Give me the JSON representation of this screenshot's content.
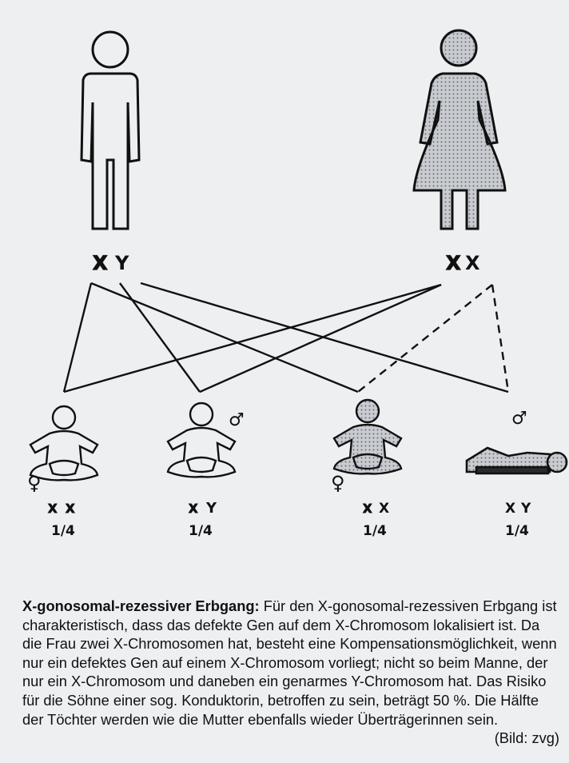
{
  "parents": {
    "father": {
      "genotype": [
        "X",
        "Y"
      ],
      "x_style": [
        "outline",
        "solid"
      ]
    },
    "mother": {
      "genotype": [
        "X",
        "X"
      ],
      "x_style": [
        "outline",
        "solid"
      ]
    }
  },
  "children": [
    {
      "genotype": [
        "X",
        "X"
      ],
      "x_style": [
        "outline",
        "outline"
      ],
      "probability": "1/4",
      "sex_symbol": "♀"
    },
    {
      "genotype": [
        "X",
        "Y"
      ],
      "x_style": [
        "outline",
        "solid"
      ],
      "probability": "1/4",
      "sex_symbol": "♂"
    },
    {
      "genotype": [
        "X",
        "X"
      ],
      "x_style": [
        "outline",
        "solid"
      ],
      "probability": "1/4",
      "sex_symbol": "♀"
    },
    {
      "genotype": [
        "X",
        "Y"
      ],
      "x_style": [
        "solid",
        "solid"
      ],
      "probability": "1/4",
      "sex_symbol": "♂"
    }
  ],
  "caption": {
    "title": "X-gonosomal-rezessiver Erbgang:",
    "text": " Für den X-gonosomal-rezessiven Erbgang ist charakteristisch, dass das defekte Gen auf dem X-Chromosom lokalisiert ist. Da die Frau zwei X-Chromosomen hat, besteht eine Kompensationsmöglichkeit, wenn nur ein defektes Gen auf einem X-Chromosom vorliegt; nicht so beim Manne, der nur ein X-Chromosom und daneben ein genarmes Y-Chromosom hat. Das Risiko für die Söhne einer sog. Konduktorin, betroffen zu sein, beträgt 50 %. Die Hälfte der Töchter werden wie die Mutter ebenfalls wieder Überträgerinnen sein.",
    "credit": "(Bild: zvg)"
  },
  "colors": {
    "paper": "#eeeff0",
    "ink": "#111111",
    "stipple": "#b9bcc2"
  }
}
